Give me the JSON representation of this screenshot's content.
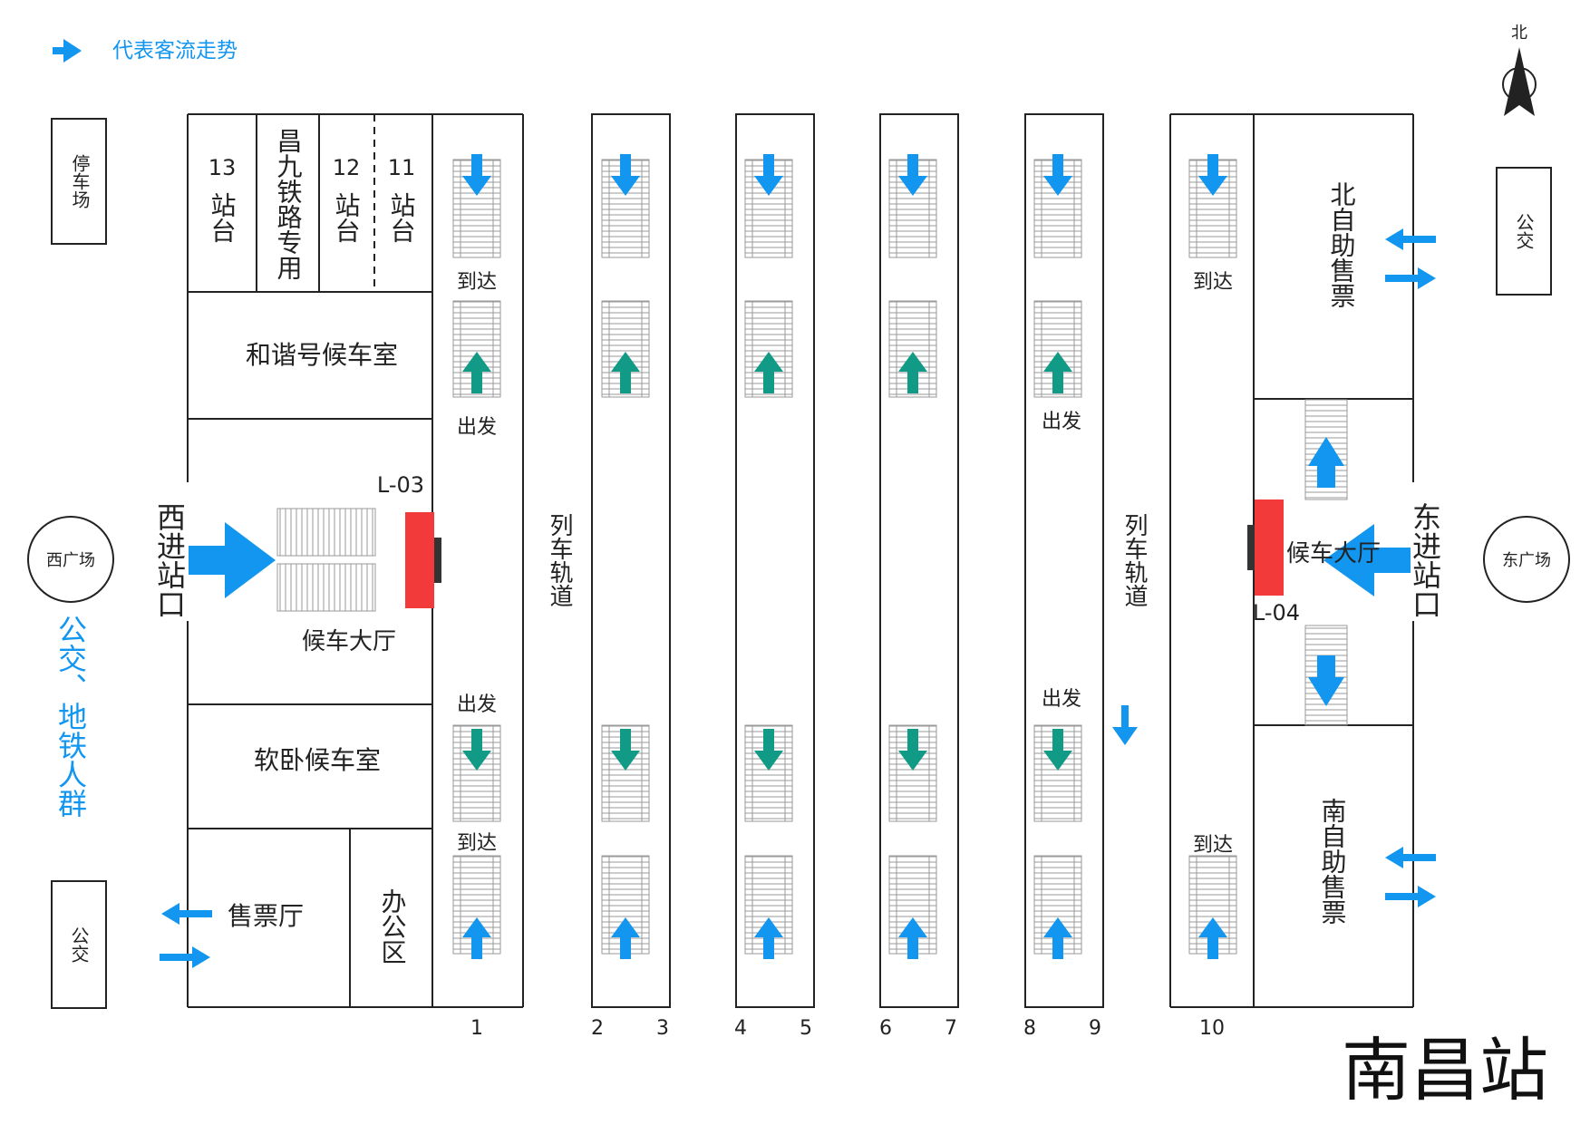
{
  "legend": {
    "text": "代表客流走势"
  },
  "compass": {
    "label": "北"
  },
  "station_name": "南昌站",
  "colors": {
    "flow": "#1296f0",
    "depart": "#119b86",
    "gate": "#f23a3a",
    "line": "#222222"
  },
  "west": {
    "entrance": "西进站口",
    "plaza": "西广场",
    "bus_metro": "公交、地铁人群",
    "parking": "停车场",
    "bus": "公交"
  },
  "east": {
    "entrance": "东进站口",
    "plaza": "东广场",
    "bus": "公交"
  },
  "rooms": {
    "p13_num": "13",
    "p13_txt": "站台",
    "changjiu": "昌九铁路专用",
    "p12_num": "12",
    "p12_txt": "站台",
    "p11_num": "11",
    "p11_txt": "站台",
    "hexie": "和谐号候车室",
    "west_hall": "候车大厅",
    "gate_west": "L-03",
    "soft_sleeper": "软卧候车室",
    "ticket_hall": "售票厅",
    "office": "办公区",
    "north_self": "北自助售票",
    "south_self": "南自助售票",
    "east_hall": "候车大厅",
    "gate_east": "L-04"
  },
  "labels": {
    "arrive": "到达",
    "depart": "出发",
    "track": "列车轨道"
  },
  "platform_numbers": [
    "1",
    "2",
    "3",
    "4",
    "5",
    "6",
    "7",
    "8",
    "9",
    "10"
  ]
}
